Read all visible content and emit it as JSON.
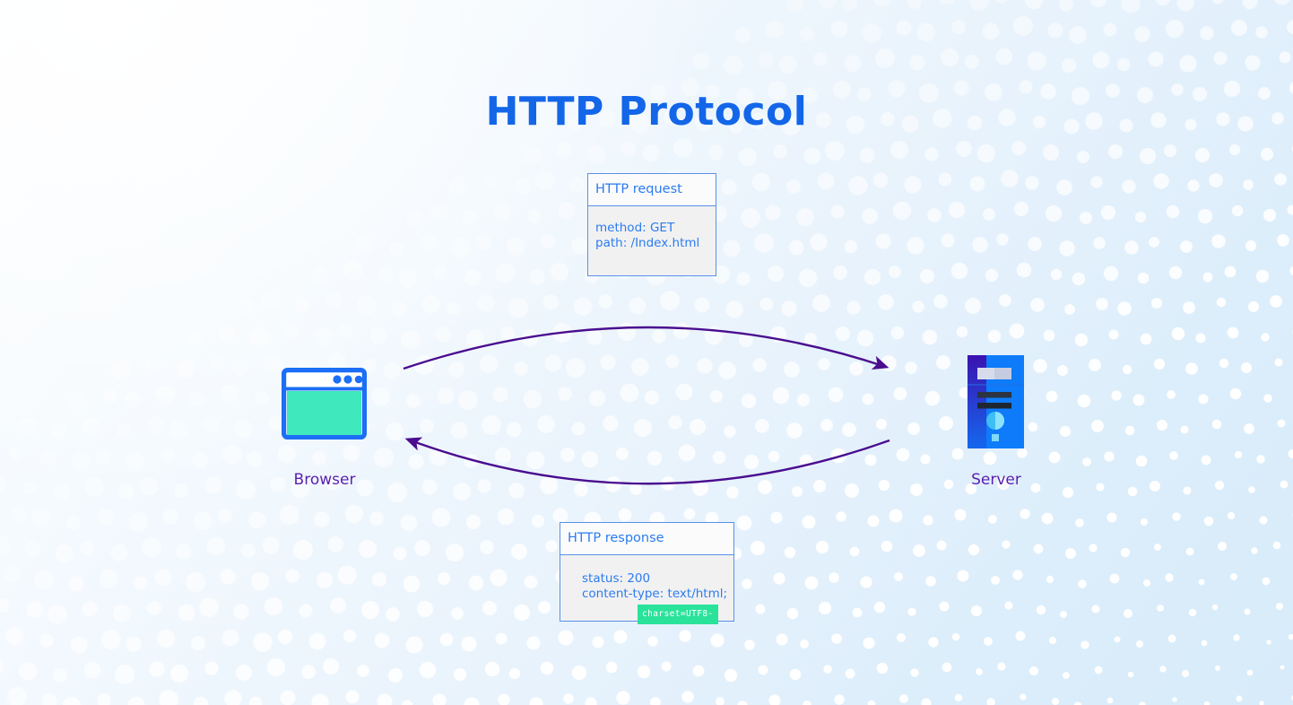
{
  "page": {
    "title": "HTTP Protocol",
    "background_from": "#fbfdff",
    "background_to": "#d7ebfa"
  },
  "colors": {
    "title_blue": "#1366e8",
    "box_text_blue": "#2b7cf0",
    "box_border_blue": "#5b90e8",
    "box_body_fill": "#f1f1f1",
    "arrow_purple": "#4a0d8f",
    "node_label_purple": "#5b1fad",
    "browser_screen_teal": "#3fe8bd",
    "badge_green": "#2ae39b",
    "dot_white": "#ffffff"
  },
  "request_box": {
    "header": "HTTP request",
    "body": "method: GET\npath: /Index.html"
  },
  "response_box": {
    "header": "HTTP response",
    "body": "status: 200\ncontent-type: text/html;",
    "badge": "charset=UTF8-"
  },
  "nodes": {
    "browser": {
      "label": "Browser",
      "icon": "browser-window-icon",
      "dots": 3
    },
    "server": {
      "label": "Server",
      "icon": "server-tower-icon"
    }
  },
  "arrows": [
    {
      "name": "request-arrow",
      "direction": "browser-to-server",
      "from": "Browser",
      "to": "Server",
      "color": "#4a0d8f"
    },
    {
      "name": "response-arrow",
      "direction": "server-to-browser",
      "from": "Server",
      "to": "Browser",
      "color": "#4a0d8f"
    }
  ]
}
